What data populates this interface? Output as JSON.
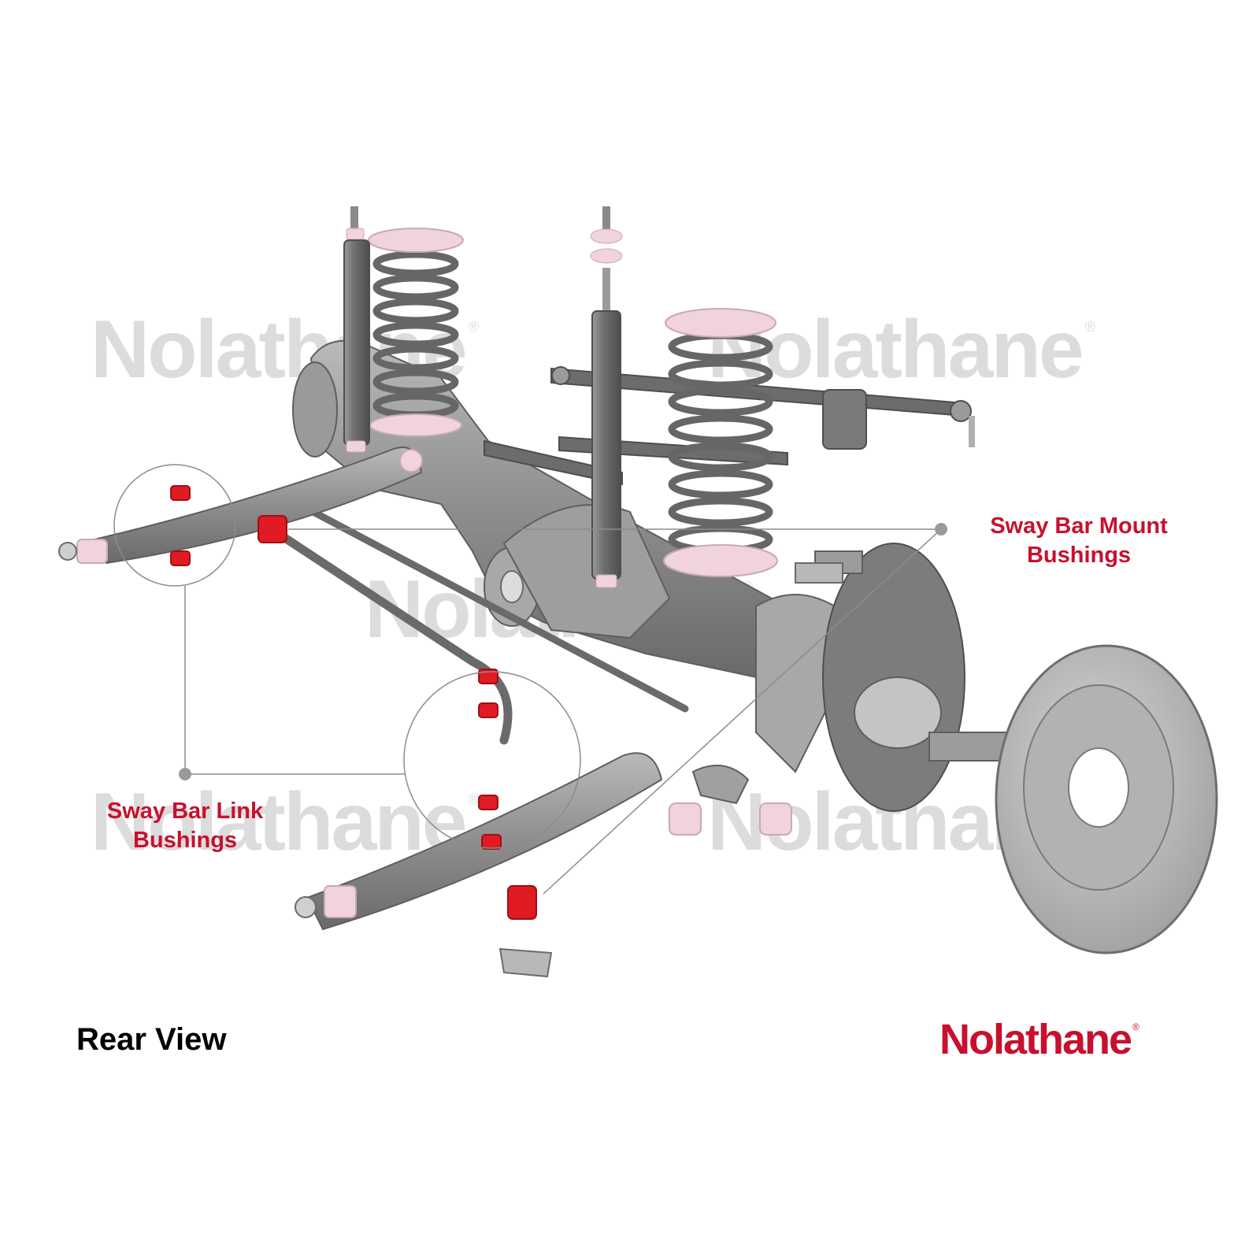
{
  "watermark": {
    "text": "Nolathane",
    "mark": "®",
    "color": "#dcdcdc"
  },
  "callouts": {
    "mount": {
      "line1": "Sway Bar Mount",
      "line2": "Bushings"
    },
    "link": {
      "line1": "Sway Bar Link",
      "line2": "Bushings"
    }
  },
  "view_label": "Rear View",
  "brand": {
    "name": "Nolathane",
    "mark": "®"
  },
  "colors": {
    "brand_red": "#c8102e",
    "bushing_red": "#e01b24",
    "bushing_pink": "#f1d3dc",
    "part_grey": "#8a8a8a",
    "part_dark": "#5e5e5e",
    "callout_line": "#8c8c8c"
  }
}
